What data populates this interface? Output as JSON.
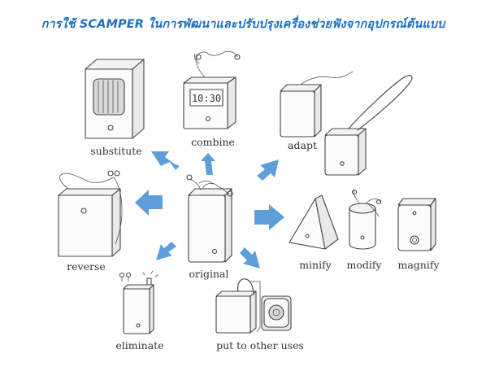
{
  "title": "การใช้ SCAMPER ในการพัฒนาและปรับปรุงเครื่องช่วยฟังจากอุปกรณ์ต้นแบบ",
  "accent_color": "#5f9fd9",
  "title_color": "#1f6fc0",
  "labels": {
    "original": "original",
    "substitute": "substitute",
    "combine": "combine",
    "adapt": "adapt",
    "reverse": "reverse",
    "minify": "minify",
    "modify": "modify",
    "magnify": "magnify",
    "eliminate": "eliminate",
    "put_to_other_uses": "put to other uses"
  },
  "combine_display": "10:30"
}
